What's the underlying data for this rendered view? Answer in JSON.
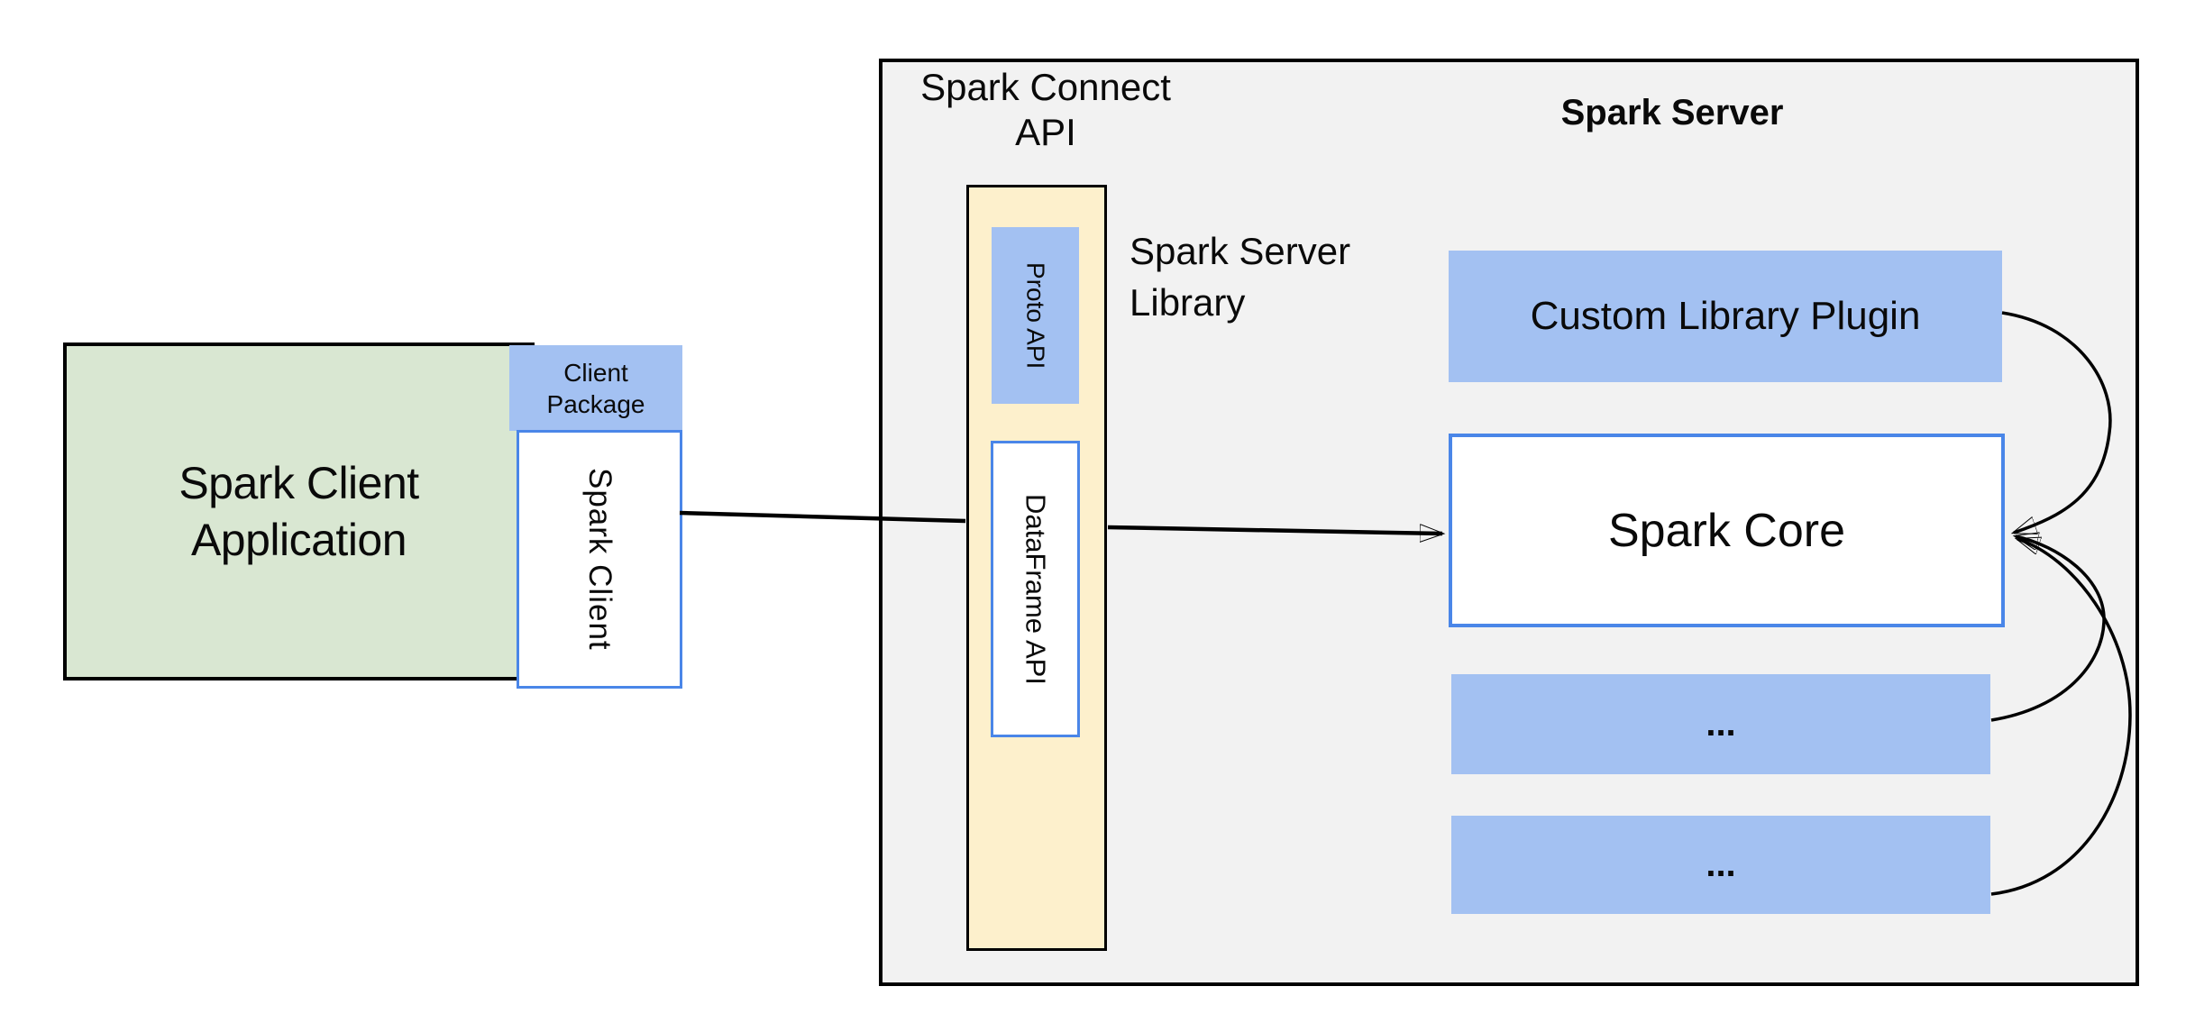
{
  "client_side": {
    "application": {
      "line1": "Spark Client",
      "line2": "Application"
    },
    "package": {
      "line1": "Client",
      "line2": "Package"
    },
    "spark_client_label": "Spark Client"
  },
  "server_side": {
    "connect_api_label": {
      "line1": "Spark Connect",
      "line2": "API"
    },
    "server_title": "Spark Server",
    "library_label": {
      "line1": "Spark Server",
      "line2": "Library"
    },
    "proto_api_label": "Proto API",
    "dataframe_api_label": "DataFrame API",
    "custom_plugin_label": "Custom Library Plugin",
    "spark_core_label": "Spark Core",
    "placeholder_1_label": "...",
    "placeholder_2_label": "..."
  },
  "colors": {
    "canvas_bg": "#ffffff",
    "server_container_bg": "#f2f2f2",
    "client_app_green": "#d9e7d2",
    "blue_fill": "#a3c1f2",
    "api_yellow": "#fdf0cc",
    "blue_border": "#4a86e8",
    "line_black": "#000000"
  }
}
